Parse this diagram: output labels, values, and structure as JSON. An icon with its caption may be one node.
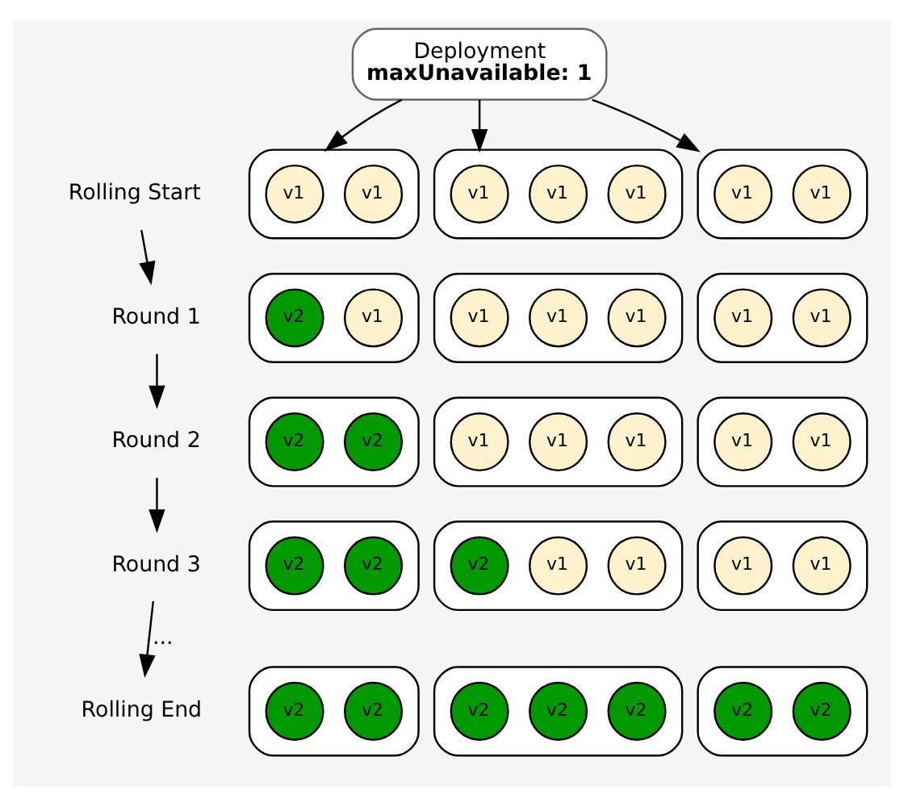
{
  "diagram": {
    "nodes": [
      {
        "text": [
          "Deployment",
          "maxUnavailable: 1"
        ]
      },
      {
        "text": [
          "Rolling Start"
        ]
      },
      {
        "text": [],
        "shape": "box"
      },
      {
        "text": [
          "v1"
        ],
        "in": 2
      },
      {
        "text": [
          "v1"
        ],
        "in": 2
      },
      {
        "text": [],
        "shape": "box"
      },
      {
        "text": [
          "v1"
        ],
        "in": 5
      },
      {
        "text": [
          "v1"
        ],
        "in": 5
      },
      {
        "text": [
          "v1"
        ],
        "in": 5
      },
      {
        "text": [],
        "shape": "box"
      },
      {
        "text": [
          "v1"
        ],
        "in": 9
      },
      {
        "text": [
          "v1"
        ],
        "in": 9
      },
      {
        "text": [
          "Round 1"
        ]
      },
      {
        "text": [],
        "shape": "box"
      },
      {
        "text": [
          "v2"
        ],
        "in": 13
      },
      {
        "text": [
          "v1"
        ],
        "in": 13
      },
      {
        "text": [],
        "shape": "box"
      },
      {
        "text": [
          "v1"
        ],
        "in": 16
      },
      {
        "text": [
          "v1"
        ],
        "in": 16
      },
      {
        "text": [
          "v1"
        ],
        "in": 16
      },
      {
        "text": [],
        "shape": "box"
      },
      {
        "text": [
          "v1"
        ],
        "in": 20
      },
      {
        "text": [
          "v1"
        ],
        "in": 20
      },
      {
        "text": [
          "Round 2"
        ]
      },
      {
        "text": [],
        "shape": "box"
      },
      {
        "text": [
          "v2"
        ],
        "in": 24
      },
      {
        "text": [
          "v2"
        ],
        "in": 24
      },
      {
        "text": [],
        "shape": "box"
      },
      {
        "text": [
          "v1"
        ],
        "in": 27
      },
      {
        "text": [
          "v1"
        ],
        "in": 27
      },
      {
        "text": [
          "v1"
        ],
        "in": 27
      },
      {
        "text": [],
        "shape": "box"
      },
      {
        "text": [
          "v1"
        ],
        "in": 31
      },
      {
        "text": [
          "v1"
        ],
        "in": 31
      },
      {
        "text": [
          "Round 3"
        ]
      },
      {
        "text": [],
        "shape": "box"
      },
      {
        "text": [
          "v2"
        ],
        "in": 35
      },
      {
        "text": [
          "v2"
        ],
        "in": 35
      },
      {
        "text": [],
        "shape": "box"
      },
      {
        "text": [
          "v2"
        ],
        "in": 38
      },
      {
        "text": [
          "v1"
        ],
        "in": 38
      },
      {
        "text": [
          "v1"
        ],
        "in": 38
      },
      {
        "text": [],
        "shape": "box"
      },
      {
        "text": [
          "v1"
        ],
        "in": 42
      },
      {
        "text": [
          "v1"
        ],
        "in": 42
      },
      {
        "text": [
          "Rolling End"
        ]
      },
      {
        "text": [],
        "shape": "box"
      },
      {
        "text": [
          "v2"
        ],
        "in": 46
      },
      {
        "text": [
          "v2"
        ],
        "in": 46
      },
      {
        "text": [],
        "shape": "box"
      },
      {
        "text": [
          "v2"
        ],
        "in": 49
      },
      {
        "text": [
          "v2"
        ],
        "in": 49
      },
      {
        "text": [
          "v2"
        ],
        "in": 49
      },
      {
        "text": [],
        "shape": "box"
      },
      {
        "text": [
          "v2"
        ],
        "in": 53
      },
      {
        "text": [
          "v2"
        ],
        "in": 53
      }
    ],
    "edges": [
      {
        "from": 0,
        "to": 2,
        "arrow": "to"
      },
      {
        "from": 0,
        "to": 5,
        "arrow": "to"
      },
      {
        "from": 0,
        "to": 9,
        "arrow": "to"
      },
      {
        "from": 1,
        "to": 12,
        "arrow": "to"
      },
      {
        "from": 12,
        "to": 23,
        "arrow": "to"
      },
      {
        "from": 23,
        "to": 34,
        "arrow": "to"
      },
      {
        "from": 34,
        "to": 45,
        "arrow": "to",
        "label": "..."
      }
    ]
  }
}
